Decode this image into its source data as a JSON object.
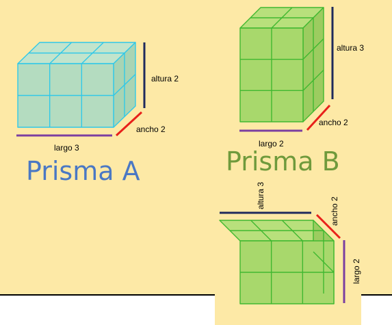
{
  "colors": {
    "background": "#fde9a6",
    "cyan_face": "#b4dcc0",
    "cyan_top": "#c2e4cc",
    "cyan_side": "#a8d4b4",
    "cyan_edge": "#30c8e8",
    "green_face": "#a8d86c",
    "green_top": "#b8e07c",
    "green_side": "#9ccc60",
    "green_edge": "#40b830",
    "navy": "#1f2a5c",
    "red": "#e8201a",
    "purple": "#7b3fa0",
    "title_a": "#4a78c4",
    "title_b": "#6f9a3c"
  },
  "prism_a": {
    "title": "Prisma A",
    "labels": {
      "height": "altura 2",
      "width": "ancho 2",
      "length": "largo 3"
    }
  },
  "prism_b": {
    "title": "Prisma B",
    "labels": {
      "height": "altura 3",
      "width": "ancho 2",
      "length": "largo 2"
    }
  },
  "prism_c": {
    "labels": {
      "height": "altura 3",
      "width": "ancho 2",
      "length": "largo 2"
    }
  }
}
